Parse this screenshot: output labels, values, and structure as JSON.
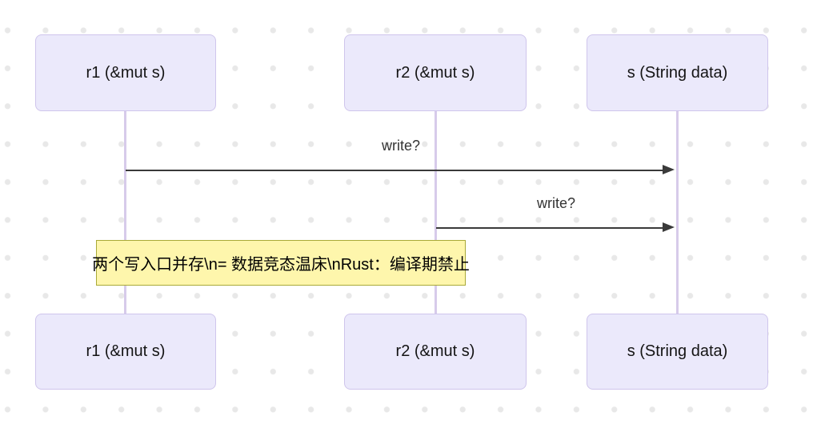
{
  "diagram": {
    "type": "sequence-diagram",
    "actors": [
      {
        "id": "r1",
        "label": "r1 (&mut s)"
      },
      {
        "id": "r2",
        "label": "r2 (&mut s)"
      },
      {
        "id": "s",
        "label": "s (String data)"
      }
    ],
    "messages": [
      {
        "from": "r1",
        "to": "s",
        "label": "write?"
      },
      {
        "from": "r2",
        "to": "s",
        "label": "write?"
      }
    ],
    "note": {
      "over": "r1 and r2",
      "text": "两个写入口并存\\n= 数据竞态温床\\nRust：编译期禁止"
    },
    "colors": {
      "actor_fill": "#EBE9FB",
      "actor_border": "#CFC5EC",
      "lifeline": "#D7CBEA",
      "arrow": "#3A3A3A",
      "note_fill": "#FEF6AC",
      "note_border": "#A9A937",
      "background_dot": "#E8E8E8",
      "text": "#141414"
    }
  }
}
